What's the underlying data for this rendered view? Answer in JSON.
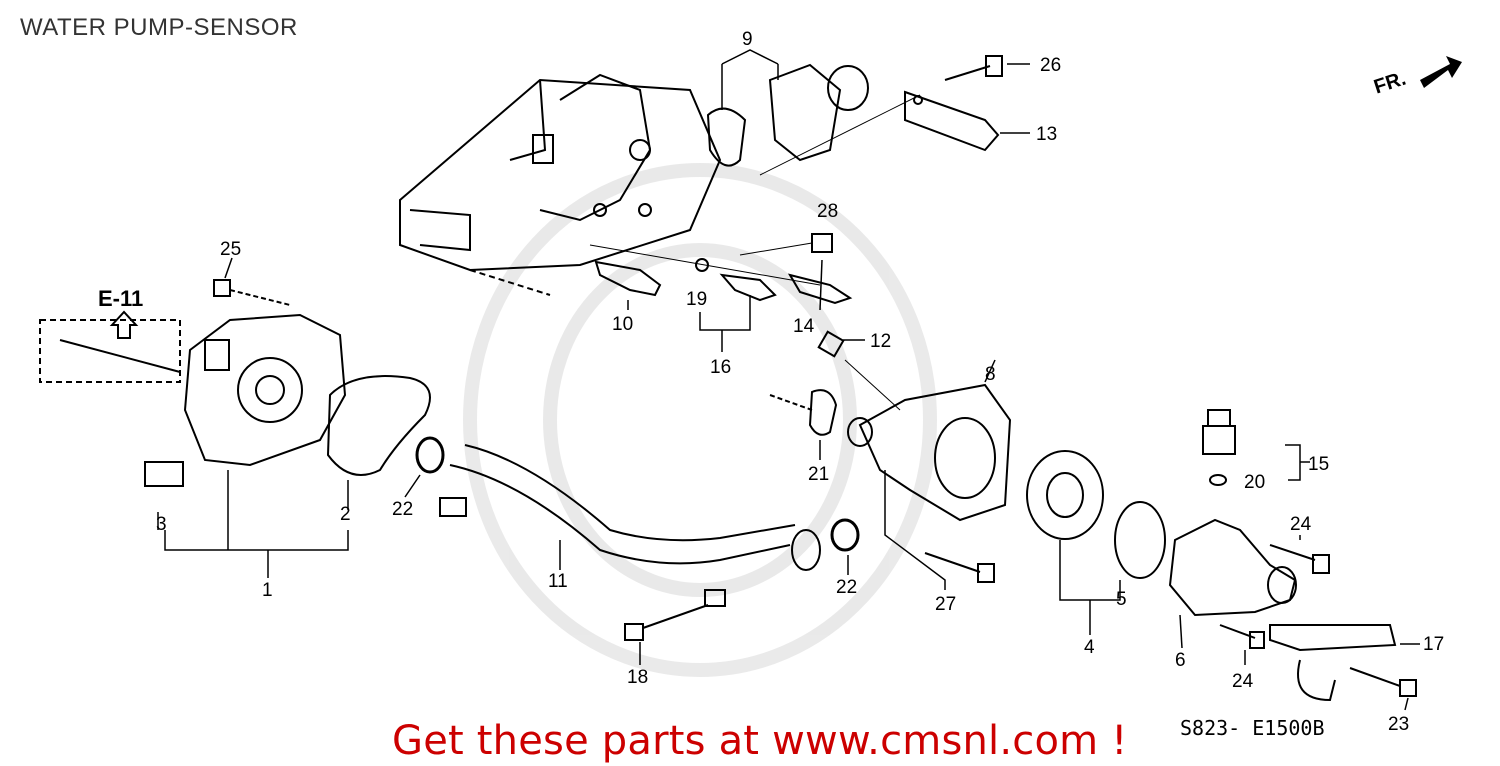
{
  "title": "WATER PUMP-SENSOR",
  "footer": "Get these parts at www.cmsnl.com !",
  "diagram_code": "S823-  E1500B",
  "direction_label": "FR.",
  "reference_label": "E-11",
  "callouts": {
    "c1": "1",
    "c2": "2",
    "c3": "3",
    "c4": "4",
    "c5": "5",
    "c6": "6",
    "c8": "8",
    "c9": "9",
    "c10": "10",
    "c11": "11",
    "c12": "12",
    "c13": "13",
    "c14": "14",
    "c15": "15",
    "c16": "16",
    "c17": "17",
    "c18": "18",
    "c19": "19",
    "c20": "20",
    "c21": "21",
    "c22a": "22",
    "c22b": "22",
    "c23": "23",
    "c24a": "24",
    "c24b": "24",
    "c25": "25",
    "c26": "26",
    "c27": "27",
    "c28": "28"
  }
}
